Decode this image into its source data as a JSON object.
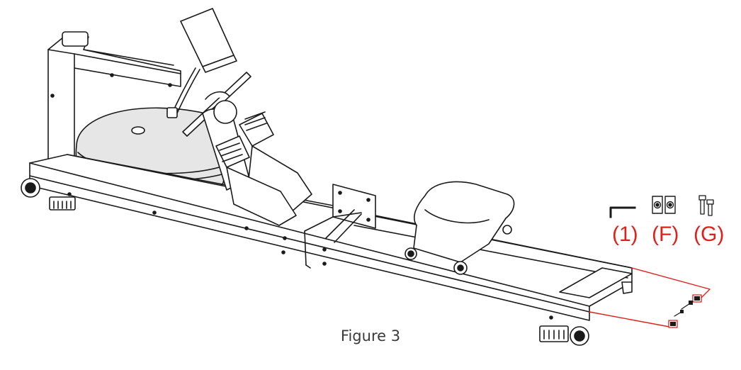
{
  "diagram": {
    "caption": "Figure 3",
    "parts": [
      {
        "id": "1",
        "label": "(1)",
        "icon": "allen-key-icon"
      },
      {
        "id": "F",
        "label": "(F)",
        "icon": "end-cap-pair-icon"
      },
      {
        "id": "G",
        "label": "(G)",
        "icon": "bolt-pair-icon"
      }
    ],
    "colors": {
      "line": "#1a1a1a",
      "callout": "#e0201b",
      "tank_fill": "#e6e6e6",
      "label": "#e0201b"
    }
  }
}
